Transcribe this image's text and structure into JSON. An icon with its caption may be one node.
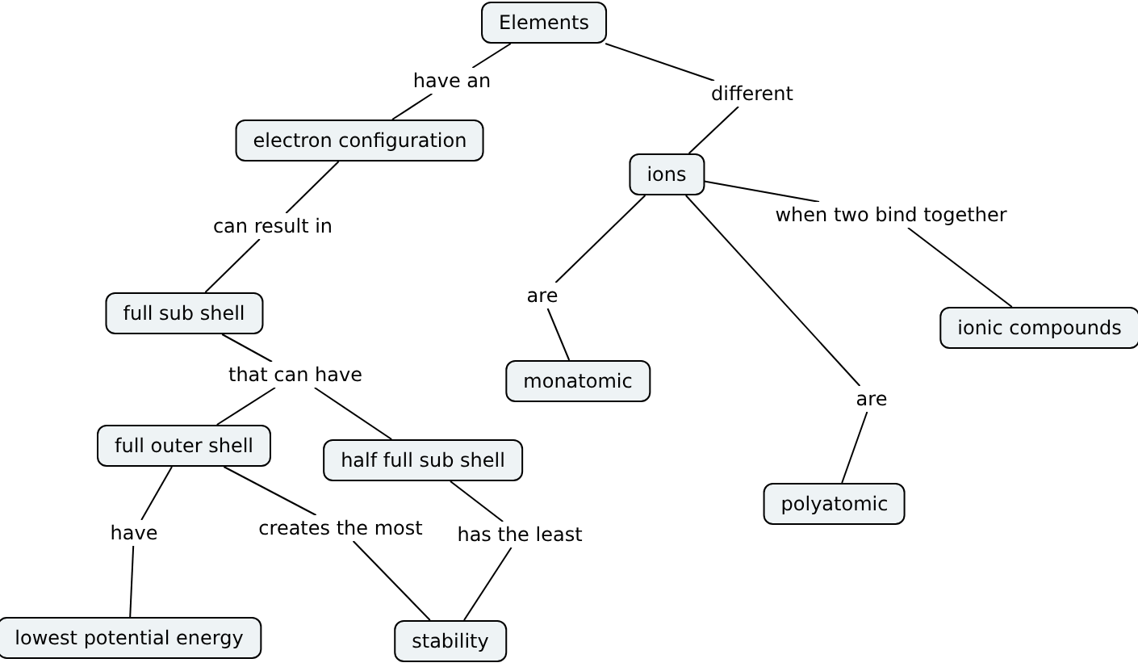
{
  "diagram": {
    "nodes": [
      {
        "text": [
          "Elements"
        ]
      },
      {
        "text": [
          "electron configuration"
        ]
      },
      {
        "text": [
          "ions"
        ]
      },
      {
        "text": [
          "full sub shell"
        ]
      },
      {
        "text": [
          "ionic compounds"
        ]
      },
      {
        "text": [
          "monatomic"
        ]
      },
      {
        "text": [
          "full outer shell"
        ]
      },
      {
        "text": [
          "half full sub shell"
        ]
      },
      {
        "text": [
          "polyatomic"
        ]
      },
      {
        "text": [
          "lowest potential energy"
        ]
      },
      {
        "text": [
          "stability"
        ]
      },
      {
        "text": [
          "have an"
        ]
      },
      {
        "text": [
          "different"
        ]
      },
      {
        "text": [
          "can result in"
        ]
      },
      {
        "text": [
          "when two bind together"
        ]
      },
      {
        "text": [
          "are"
        ]
      },
      {
        "text": [
          "that can have"
        ]
      },
      {
        "text": [
          "are"
        ]
      },
      {
        "text": [
          "have"
        ]
      },
      {
        "text": [
          "creates the most"
        ]
      },
      {
        "text": [
          "has the least"
        ]
      }
    ],
    "edges": [
      {
        "from": 0,
        "to": 11,
        "arrow": "none"
      },
      {
        "from": 11,
        "to": 1,
        "arrow": "none"
      },
      {
        "from": 0,
        "to": 12,
        "arrow": "none"
      },
      {
        "from": 12,
        "to": 2,
        "arrow": "none"
      },
      {
        "from": 1,
        "to": 13,
        "arrow": "none"
      },
      {
        "from": 13,
        "to": 3,
        "arrow": "none"
      },
      {
        "from": 2,
        "to": 14,
        "arrow": "none"
      },
      {
        "from": 14,
        "to": 4,
        "arrow": "none"
      },
      {
        "from": 2,
        "to": 15,
        "arrow": "none"
      },
      {
        "from": 15,
        "to": 5,
        "arrow": "none"
      },
      {
        "from": 2,
        "to": 17,
        "arrow": "none"
      },
      {
        "from": 17,
        "to": 8,
        "arrow": "none"
      },
      {
        "from": 3,
        "to": 16,
        "arrow": "none"
      },
      {
        "from": 16,
        "to": 6,
        "arrow": "none"
      },
      {
        "from": 16,
        "to": 7,
        "arrow": "none"
      },
      {
        "from": 6,
        "to": 18,
        "arrow": "none"
      },
      {
        "from": 18,
        "to": 9,
        "arrow": "none"
      },
      {
        "from": 6,
        "to": 19,
        "arrow": "none"
      },
      {
        "from": 19,
        "to": 10,
        "arrow": "none"
      },
      {
        "from": 7,
        "to": 20,
        "arrow": "none"
      },
      {
        "from": 20,
        "to": 10,
        "arrow": "none"
      }
    ]
  }
}
